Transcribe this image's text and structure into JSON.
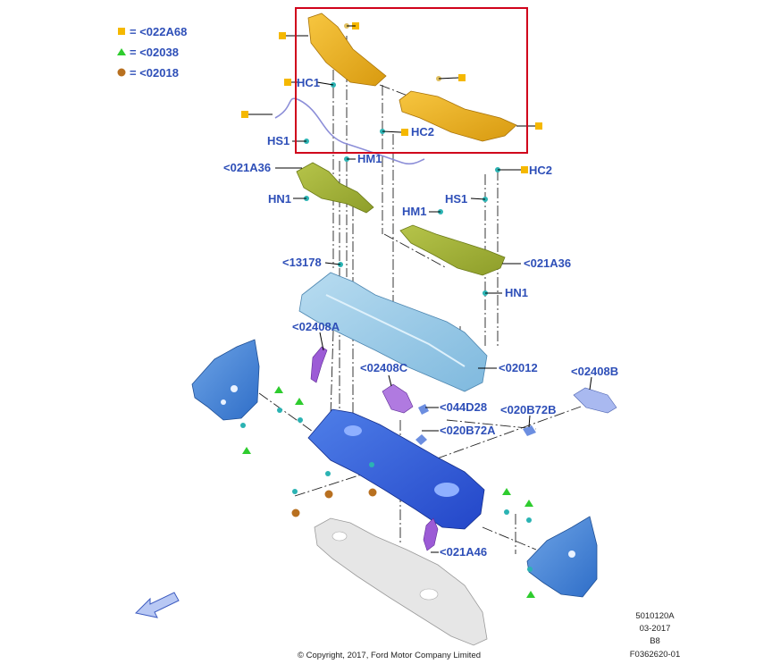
{
  "legend": [
    {
      "symbol": "square",
      "color": "#f5b800",
      "text": "= <022A68"
    },
    {
      "symbol": "triangle",
      "color": "#2ecc2e",
      "text": "= <02038"
    },
    {
      "symbol": "circle",
      "color": "#b87020",
      "text": "= <02018"
    }
  ],
  "labels": {
    "hc1": "HC1",
    "hc2_top": "HC2",
    "hc2_right": "HC2",
    "hs1_left": "HS1",
    "hm1_top": "HM1",
    "a36_left": "<021A36",
    "hn1_left": "HN1",
    "hs1_right": "HS1",
    "hm1_mid": "HM1",
    "p13178": "<13178",
    "a36_right": "<021A36",
    "hn1_right": "HN1",
    "p02408a": "<02408A",
    "p02012": "<02012",
    "p02408c": "<02408C",
    "p02408b": "<02408B",
    "p044d28": "<044D28",
    "p020b72b": "<020B72B",
    "p020b72a": "<020B72A",
    "a46": "<021A46"
  },
  "highlight_color": "#d0021b",
  "footer": {
    "copyright": "© Copyright, 2017, Ford Motor Company Limited",
    "code1": "5010120A",
    "code2": "03-2017",
    "code3": "B8",
    "code4": "F0362620-01"
  }
}
